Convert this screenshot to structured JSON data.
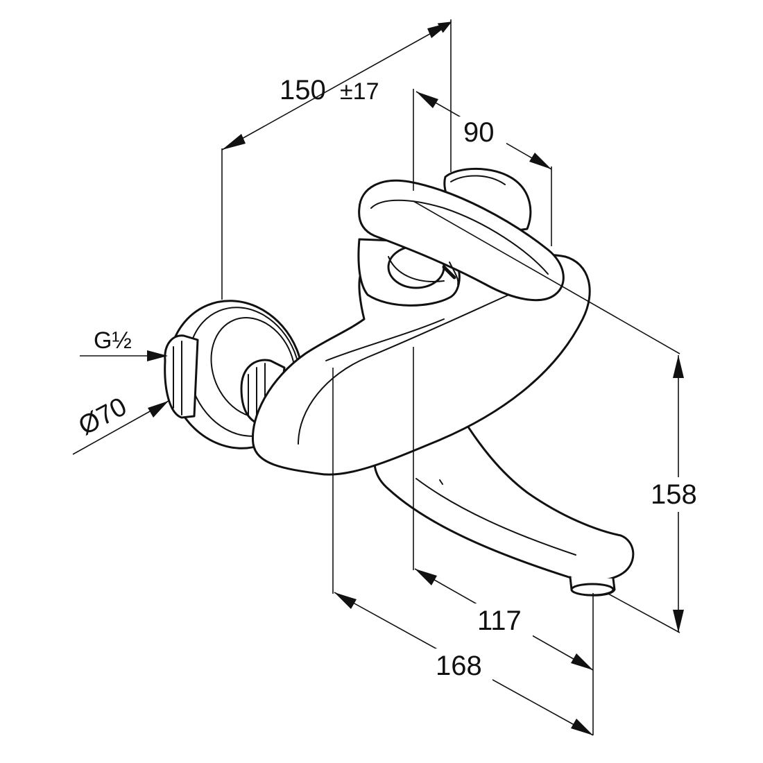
{
  "drawing": {
    "line_color": "#111111",
    "background": "#ffffff",
    "dimensions": {
      "length_150": {
        "value": "150",
        "tolerance": "±17"
      },
      "length_90": "90",
      "height_158": "158",
      "length_117": "117",
      "length_168": "168",
      "thread_g": "G½",
      "diameter_70": "Ø70"
    }
  }
}
